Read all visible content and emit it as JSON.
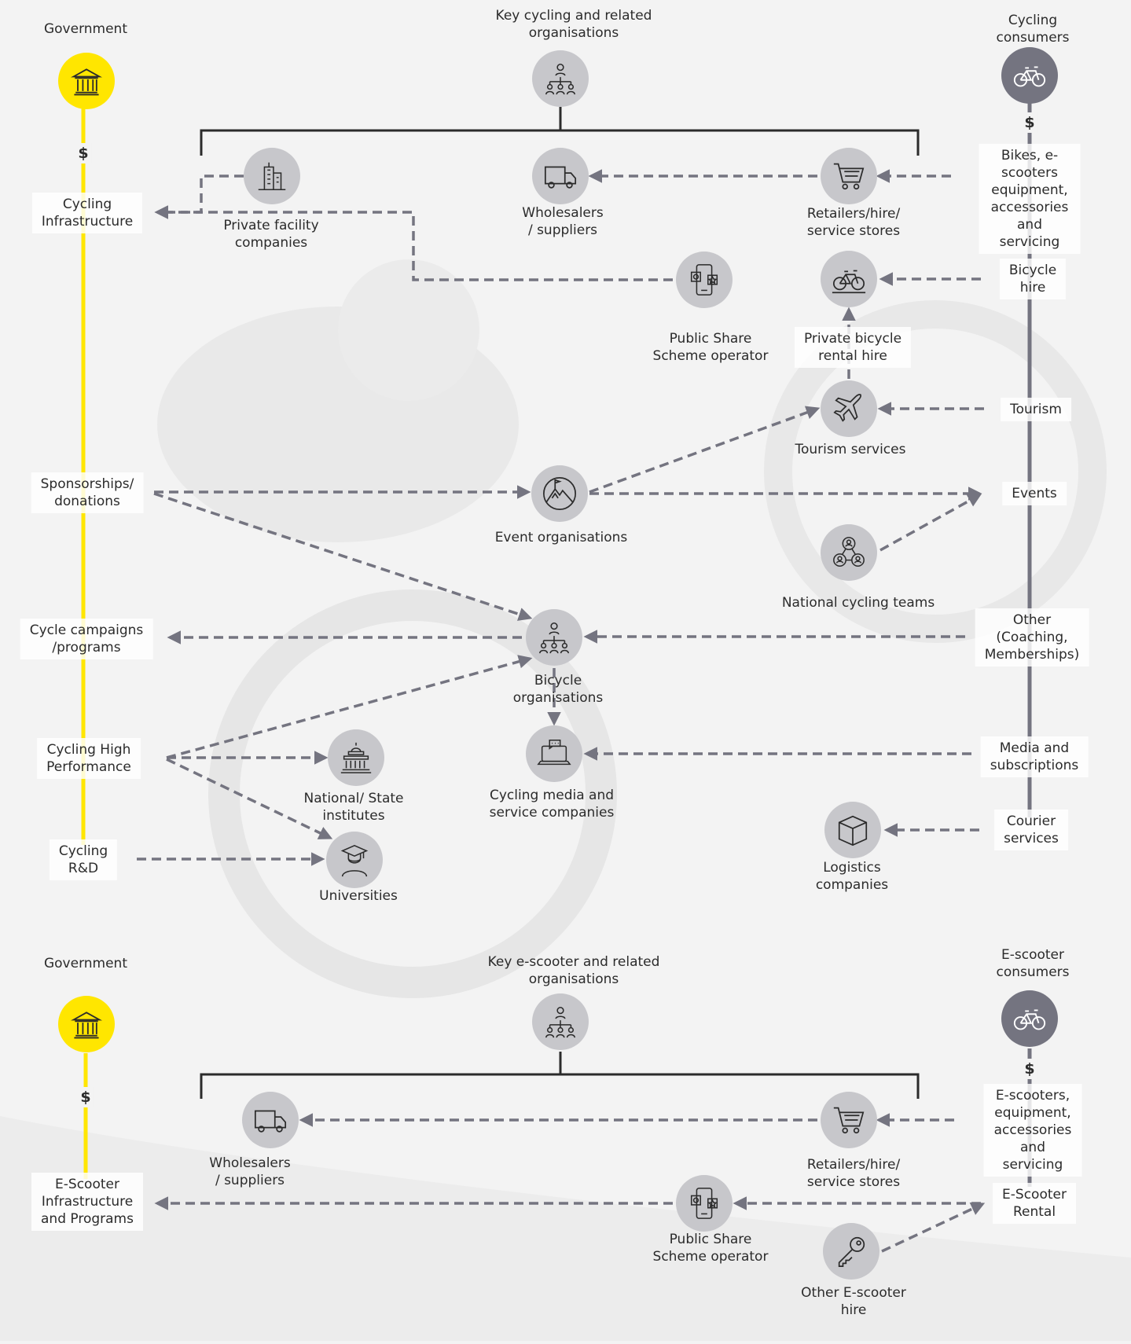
{
  "colors": {
    "accent": "#ffe600",
    "node": "#c7c7cb",
    "consumer_node": "#747480",
    "arrow": "#747480",
    "line": "#2b2b2b"
  },
  "top": {
    "government": "Government",
    "government_dollar": "$",
    "key_orgs": "Key cycling and related\norganisations",
    "consumers": "Cycling\nconsumers",
    "consumers_dollar": "$",
    "infra": "Cycling\nInfrastructure",
    "sponsorships": "Sponsorships/\ndonations",
    "campaigns": "Cycle campaigns\n/programs",
    "high_perf": "Cycling High\nPerformance",
    "rnd": "Cycling\nR&D",
    "bikes_equipment": "Bikes, e-scooters\nequipment,\naccessories and\nservicing",
    "bicycle_hire": "Bicycle\nhire",
    "tourism": "Tourism",
    "events": "Events",
    "other": "Other\n(Coaching,\nMemberships)",
    "media_subs": "Media and\nsubscriptions",
    "courier": "Courier\nservices",
    "private_facility": "Private facility\ncompanies",
    "wholesalers": "Wholesalers\n/ suppliers",
    "retailers": "Retailers/hire/\nservice stores",
    "public_share": "Public Share\nScheme operator",
    "private_rental": "Private bicycle\nrental hire",
    "tourism_services": "Tourism services",
    "event_orgs": "Event organisations",
    "national_teams": "National cycling teams",
    "bicycle_orgs": "Bicycle\norganisations",
    "cycling_media": "Cycling media and\nservice companies",
    "institutes": "National/ State\ninstitutes",
    "universities": "Universities",
    "logistics": "Logistics\ncompanies"
  },
  "bottom": {
    "government": "Government",
    "government_dollar": "$",
    "key_orgs": "Key e-scooter and related\norganisations",
    "consumers": "E-scooter\nconsumers",
    "consumers_dollar": "$",
    "infra": "E-Scooter\nInfrastructure\nand Programs",
    "escooters_equipment": "E-scooters,\nequipment,\naccessories and\nservicing",
    "escooter_rental": "E-Scooter\nRental",
    "wholesalers": "Wholesalers\n/ suppliers",
    "retailers": "Retailers/hire/\nservice stores",
    "public_share": "Public Share\nScheme operator",
    "other_hire": "Other E-scooter\nhire"
  }
}
